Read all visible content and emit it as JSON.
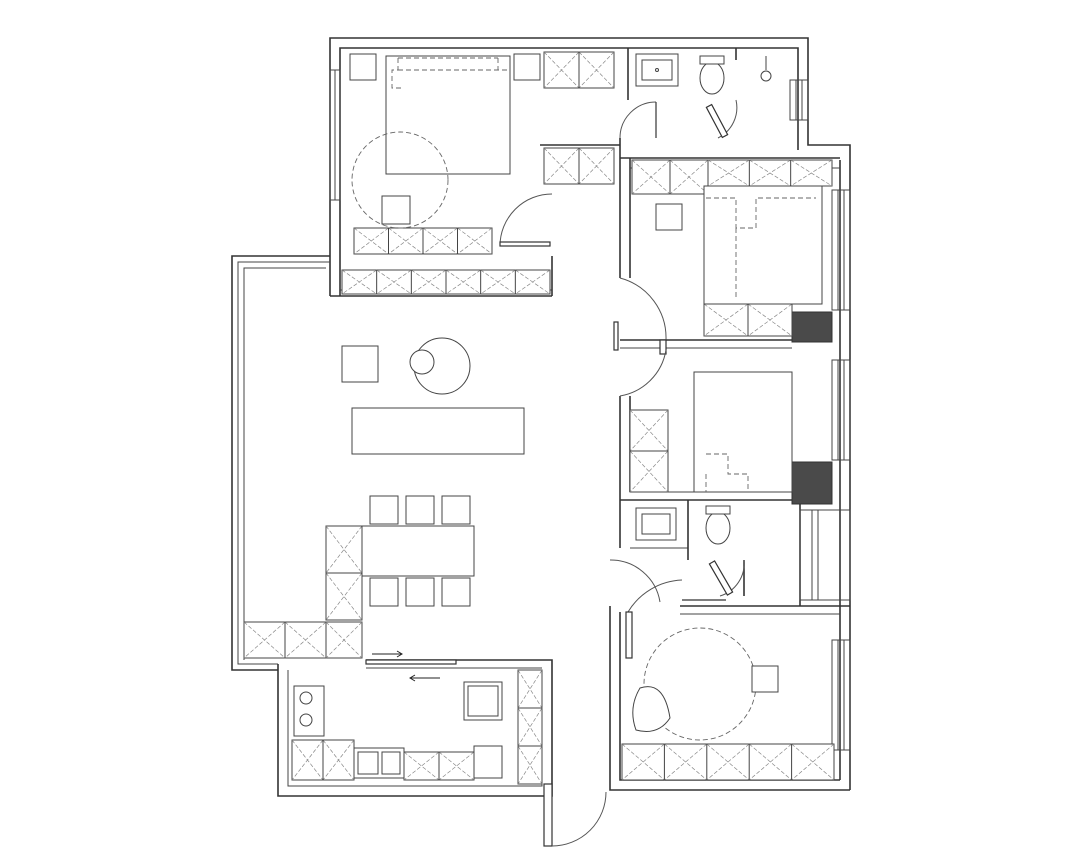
{
  "plan": {
    "background": "#ffffff",
    "line_color": "#333333",
    "column_color": "#4a4a4a",
    "rooms": [
      {
        "id": "master-bedroom"
      },
      {
        "id": "master-bathroom"
      },
      {
        "id": "bedroom-2"
      },
      {
        "id": "bedroom-3"
      },
      {
        "id": "bathroom-2"
      },
      {
        "id": "study"
      },
      {
        "id": "living-room"
      },
      {
        "id": "dining-area"
      },
      {
        "id": "kitchen"
      },
      {
        "id": "balcony"
      }
    ]
  }
}
